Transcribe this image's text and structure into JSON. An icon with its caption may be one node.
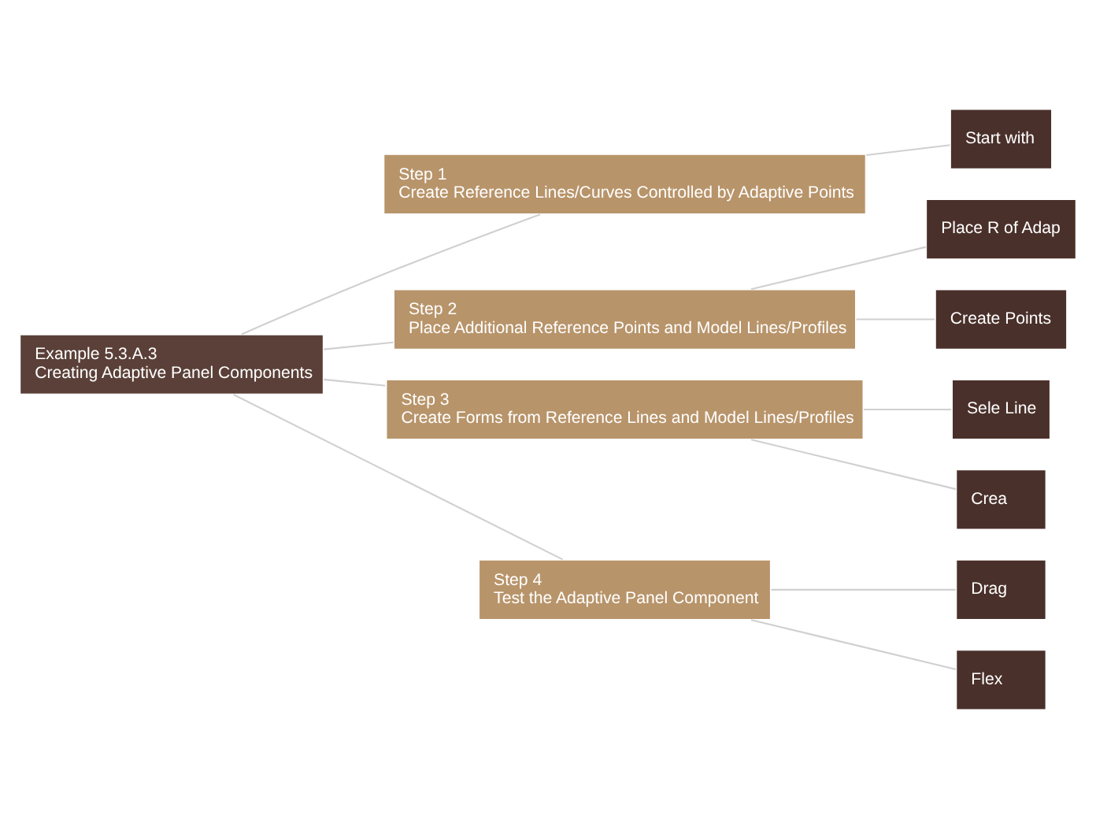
{
  "diagram": {
    "nodes": [
      {
        "text": [
          "Example 5.3.A.3",
          "Creating Adaptive Panel Components"
        ]
      },
      {
        "text": [
          "Step 1",
          "Create Reference Lines/Curves Controlled by Adaptive Points"
        ]
      },
      {
        "text": [
          "Step 2",
          "Place Additional Reference Points and Model Lines/Profiles"
        ]
      },
      {
        "text": [
          "Step 3",
          "Create Forms from Reference Lines and Model Lines/Profiles"
        ]
      },
      {
        "text": [
          "Step 4",
          "Test the Adaptive Panel Component"
        ]
      },
      {
        "text": [
          "Start with"
        ]
      },
      {
        "text": [
          "Place R of Adap"
        ]
      },
      {
        "text": [
          "Create Points"
        ]
      },
      {
        "text": [
          "Sele Line"
        ]
      },
      {
        "text": [
          "Crea"
        ]
      },
      {
        "text": [
          "Drag"
        ]
      },
      {
        "text": [
          "Flex"
        ]
      }
    ],
    "edges": [
      {
        "from": 0,
        "to": 1,
        "arrow": "none"
      },
      {
        "from": 0,
        "to": 2,
        "arrow": "none"
      },
      {
        "from": 0,
        "to": 3,
        "arrow": "none"
      },
      {
        "from": 0,
        "to": 4,
        "arrow": "none"
      },
      {
        "from": 1,
        "to": 5,
        "arrow": "none"
      },
      {
        "from": 2,
        "to": 6,
        "arrow": "none"
      },
      {
        "from": 2,
        "to": 7,
        "arrow": "none"
      },
      {
        "from": 3,
        "to": 8,
        "arrow": "none"
      },
      {
        "from": 3,
        "to": 9,
        "arrow": "none"
      },
      {
        "from": 4,
        "to": 10,
        "arrow": "none"
      },
      {
        "from": 4,
        "to": 11,
        "arrow": "none"
      }
    ]
  }
}
